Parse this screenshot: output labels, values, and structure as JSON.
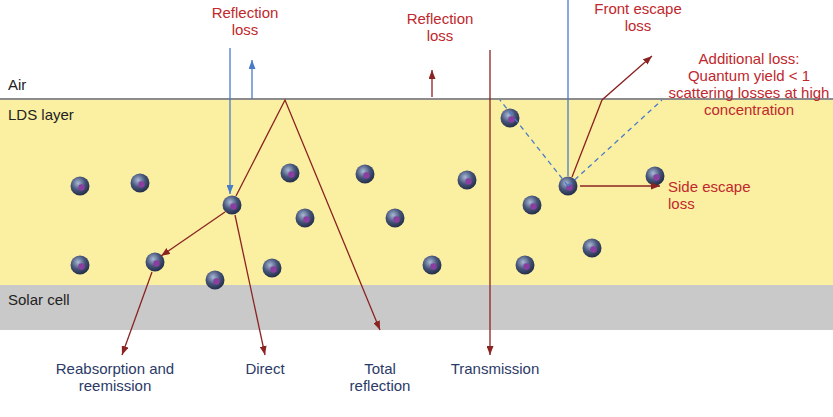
{
  "diagram": {
    "nodes": [
      {
        "text": [
          "Air"
        ]
      },
      {
        "text": [
          "LDS layer"
        ]
      },
      {
        "text": [
          "Solar cell"
        ]
      }
    ],
    "labels": [
      "Reflection loss",
      "Reflection loss",
      "Front escape loss",
      "Additional loss: Quantum yield < 1 scattering losses at high concentration",
      "Side escape loss",
      "Reabsorption and reemission",
      "Direct",
      "Total reflection",
      "Transmission"
    ]
  }
}
